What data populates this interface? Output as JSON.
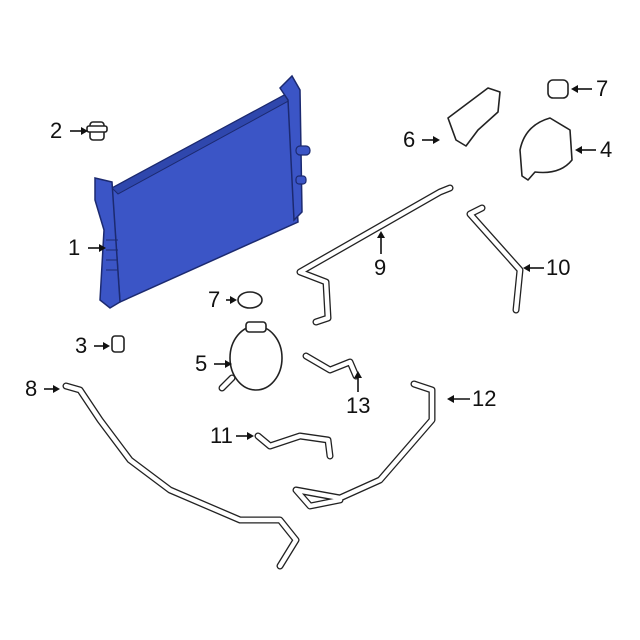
{
  "diagram": {
    "highlight_color": "#3b55c6",
    "callouts": [
      {
        "id": "c1",
        "label": "1"
      },
      {
        "id": "c2",
        "label": "2"
      },
      {
        "id": "c3",
        "label": "3"
      },
      {
        "id": "c4",
        "label": "4"
      },
      {
        "id": "c5",
        "label": "5"
      },
      {
        "id": "c6",
        "label": "6"
      },
      {
        "id": "c7a",
        "label": "7"
      },
      {
        "id": "c7b",
        "label": "7"
      },
      {
        "id": "c8",
        "label": "8"
      },
      {
        "id": "c9",
        "label": "9"
      },
      {
        "id": "c10",
        "label": "10"
      },
      {
        "id": "c11",
        "label": "11"
      },
      {
        "id": "c12",
        "label": "12"
      },
      {
        "id": "c13",
        "label": "13"
      }
    ]
  }
}
